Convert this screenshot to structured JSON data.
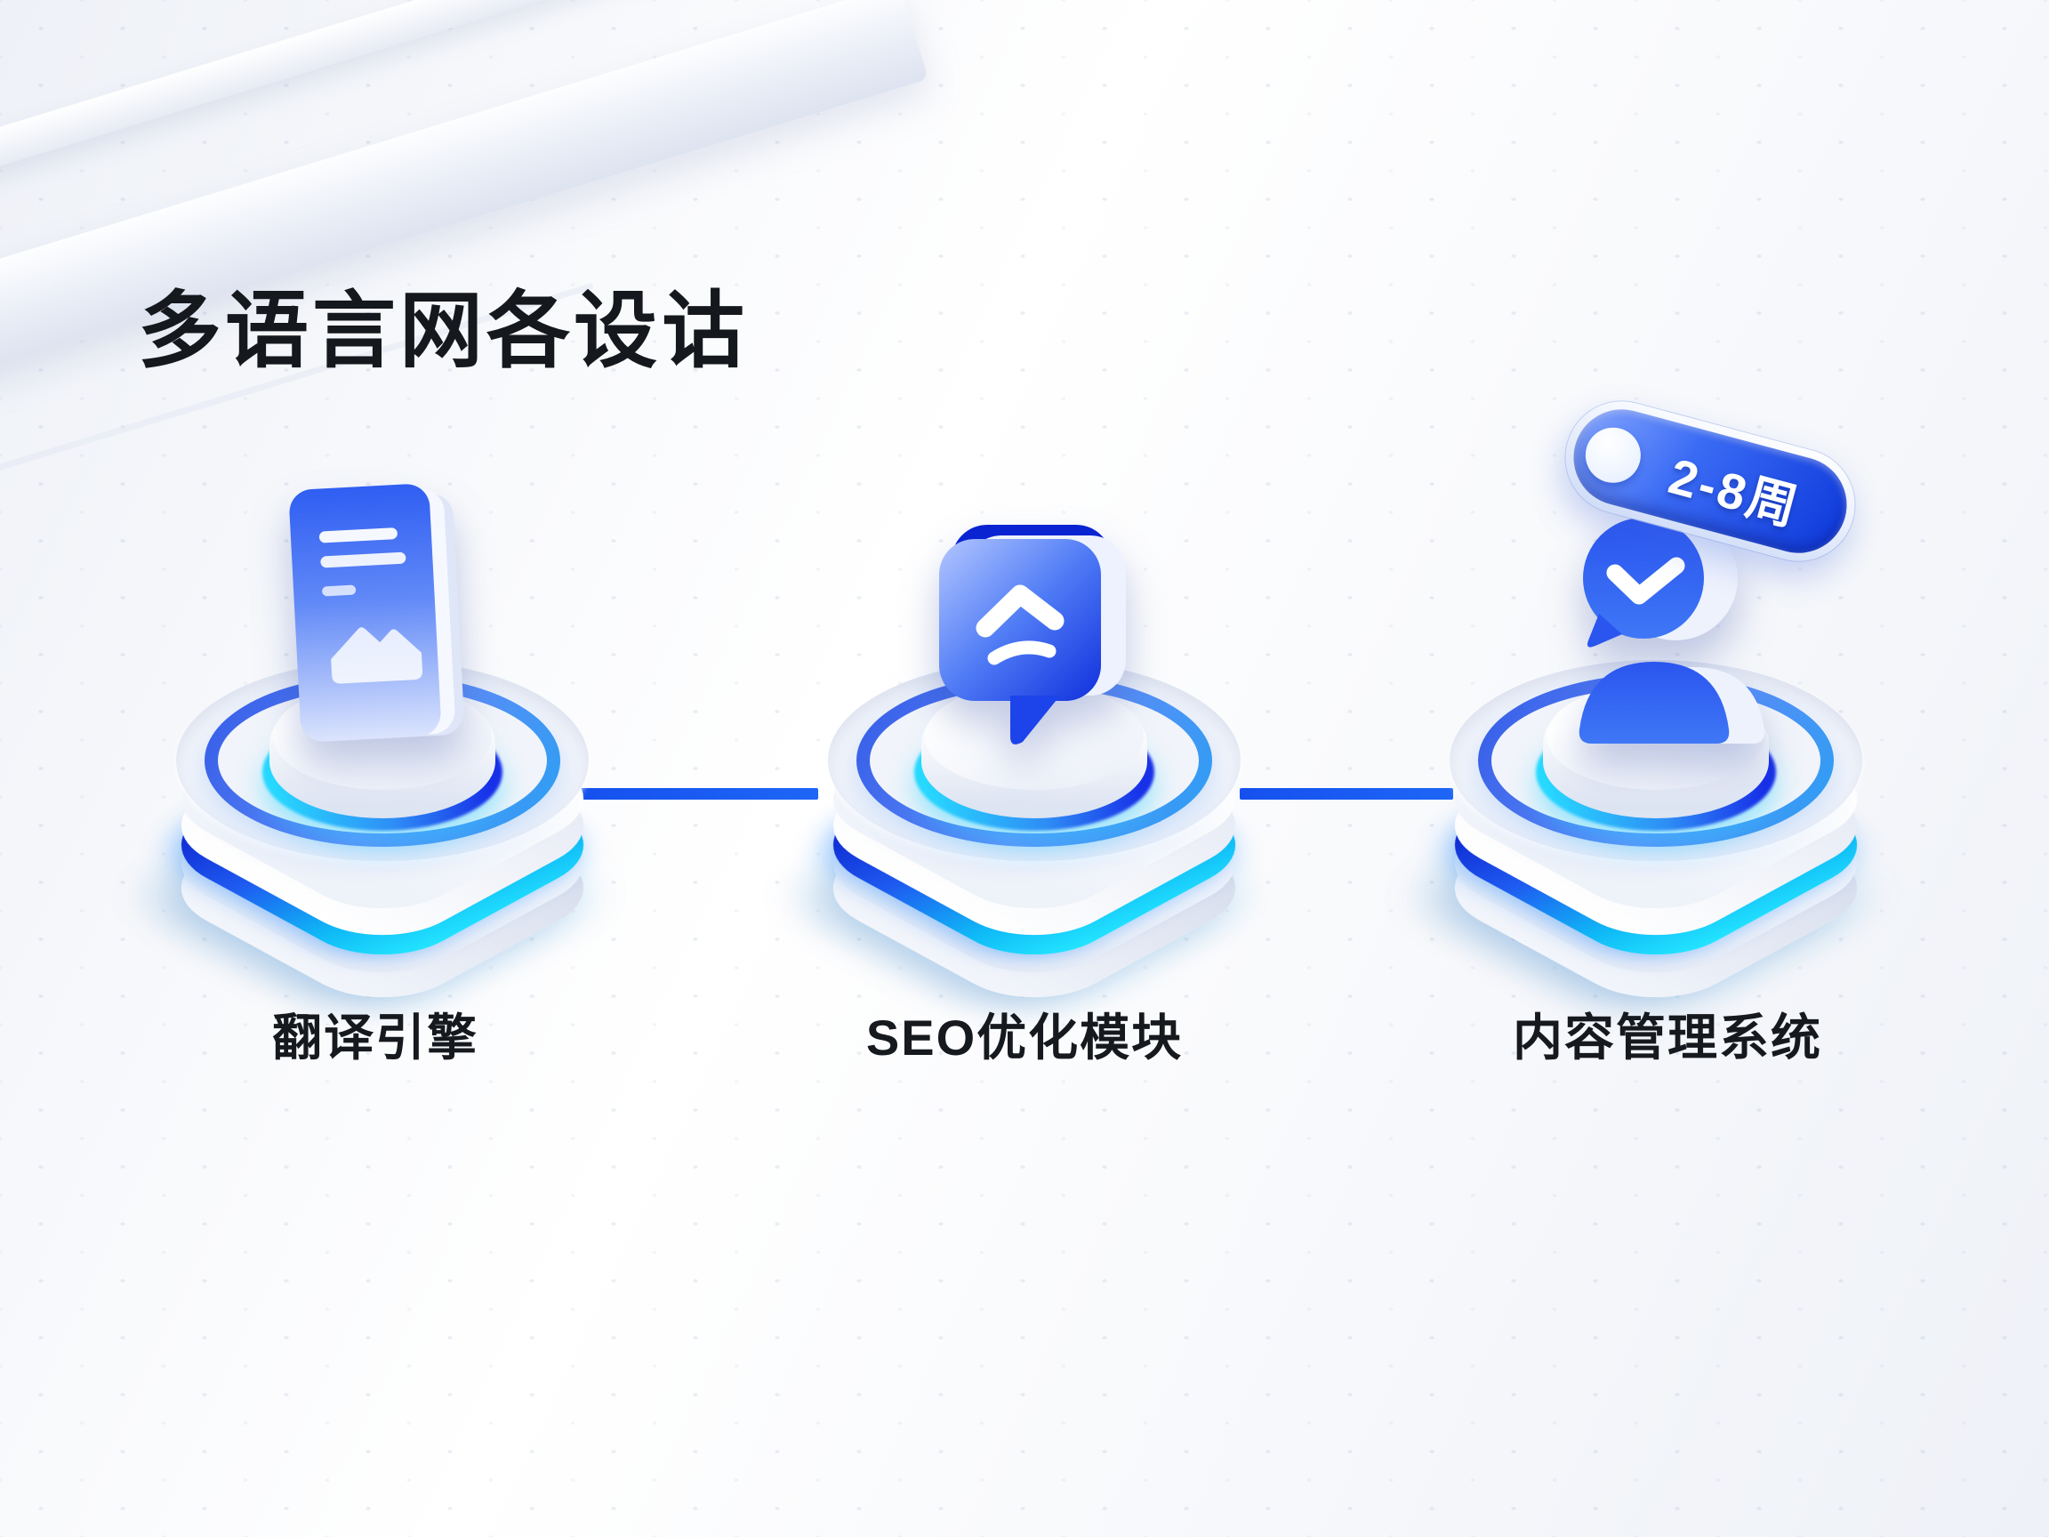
{
  "title": "多语言网各设诂",
  "badge": {
    "label": "2-8周",
    "icon": "toggle-dot-icon"
  },
  "nodes": [
    {
      "label": "翻译引擎",
      "icon": "translation-document-icon"
    },
    {
      "label": "SEO优化模块",
      "icon": "seo-upload-chat-icon"
    },
    {
      "label": "内容管理系统",
      "icon": "user-check-icon"
    }
  ],
  "connectors": {
    "count": 2,
    "color": "#1a5cf0"
  },
  "colors": {
    "accent_blue": "#1e5bf0",
    "deep_blue": "#0a18c8",
    "cyan": "#22e3ff",
    "title_text": "#15181c",
    "label_text": "#16191e",
    "background": "#f4f6fa"
  }
}
